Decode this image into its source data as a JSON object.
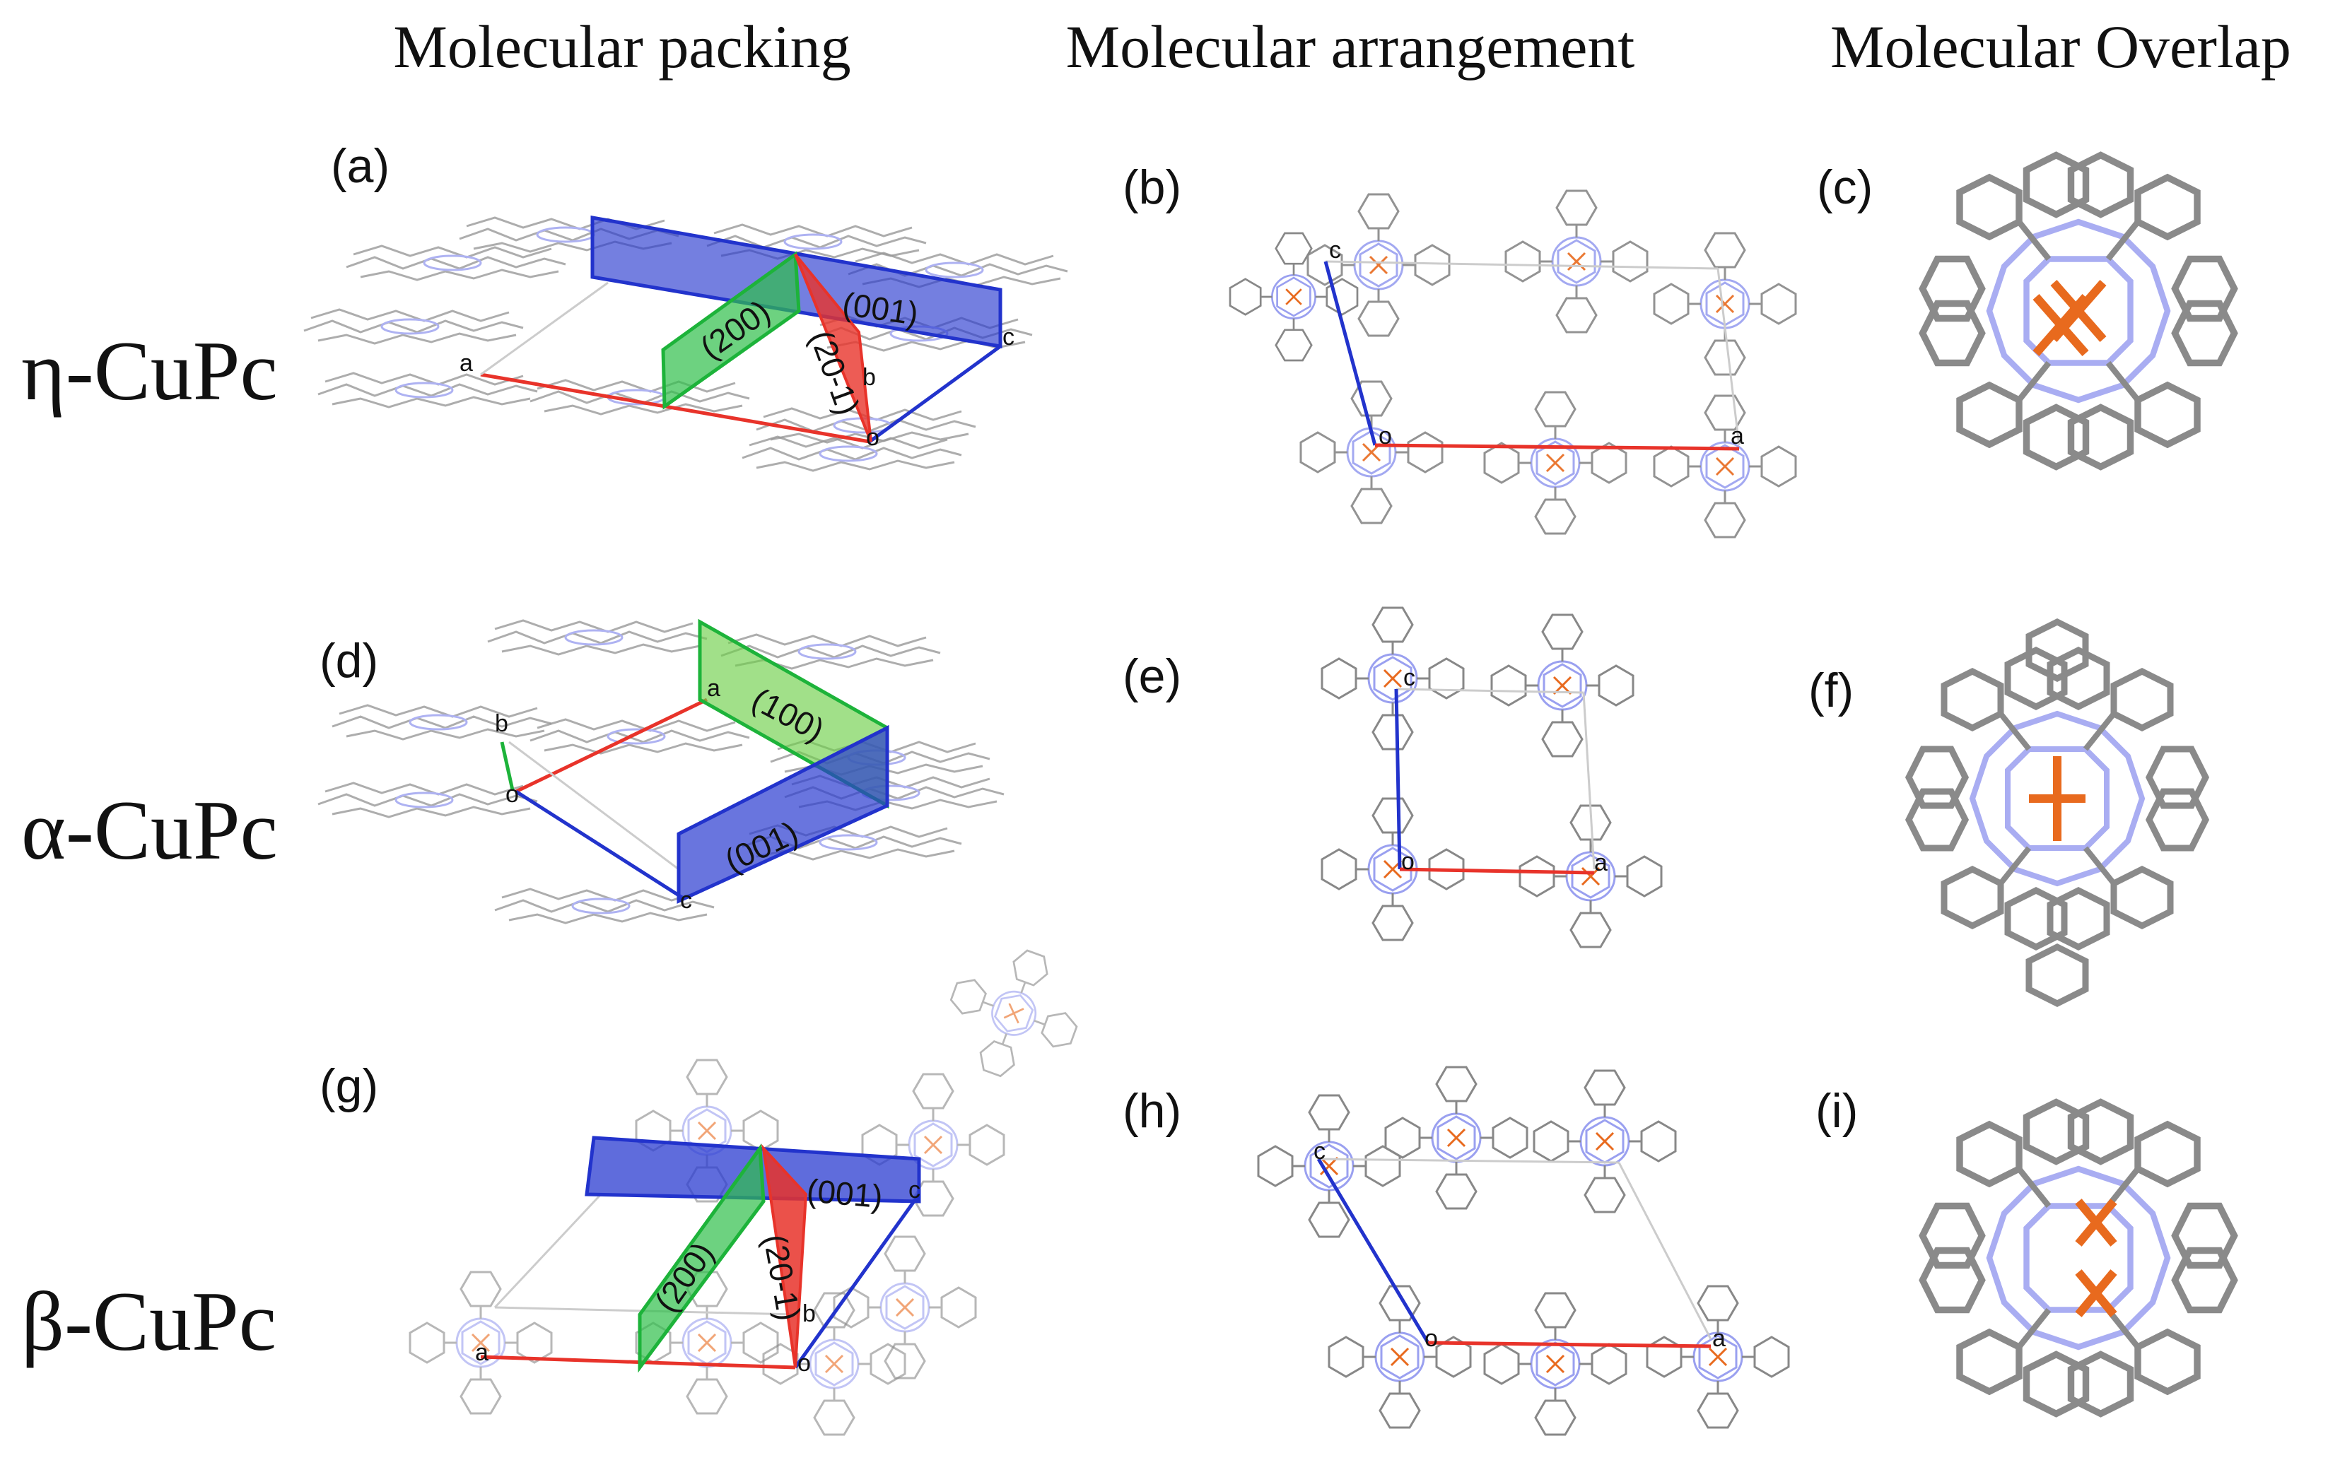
{
  "column_titles": {
    "packing": "Molecular packing",
    "arrangement": "Molecular arrangement",
    "overlap": "Molecular Overlap"
  },
  "row_labels": {
    "eta": "η-CuPc",
    "alpha": "α-CuPc",
    "beta": "β-CuPc"
  },
  "panel_labels": {
    "a": "(a)",
    "b": "(b)",
    "c": "(c)",
    "d": "(d)",
    "e": "(e)",
    "f": "(f)",
    "g": "(g)",
    "h": "(h)",
    "i": "(i)"
  },
  "axis_letters": {
    "a": "a",
    "b": "b",
    "c": "c",
    "o": "o"
  },
  "plane_labels": {
    "p001": "(001)",
    "p200": "(200)",
    "p20m1": "(20-1)",
    "p100": "(100)"
  },
  "colors": {
    "axis_a": "#e8332a",
    "axis_b": "#1db33a",
    "axis_c": "#2233cc",
    "plane_001": "#2a3bd0",
    "plane_200": "#2fbf4a",
    "plane_20m1": "#e8332a",
    "plane_100": "#6fcf4a",
    "bond": "#777777",
    "nitrogen": "#9aa0f0",
    "copper": "#e86a1e",
    "cell_edge": "#cccccc"
  }
}
